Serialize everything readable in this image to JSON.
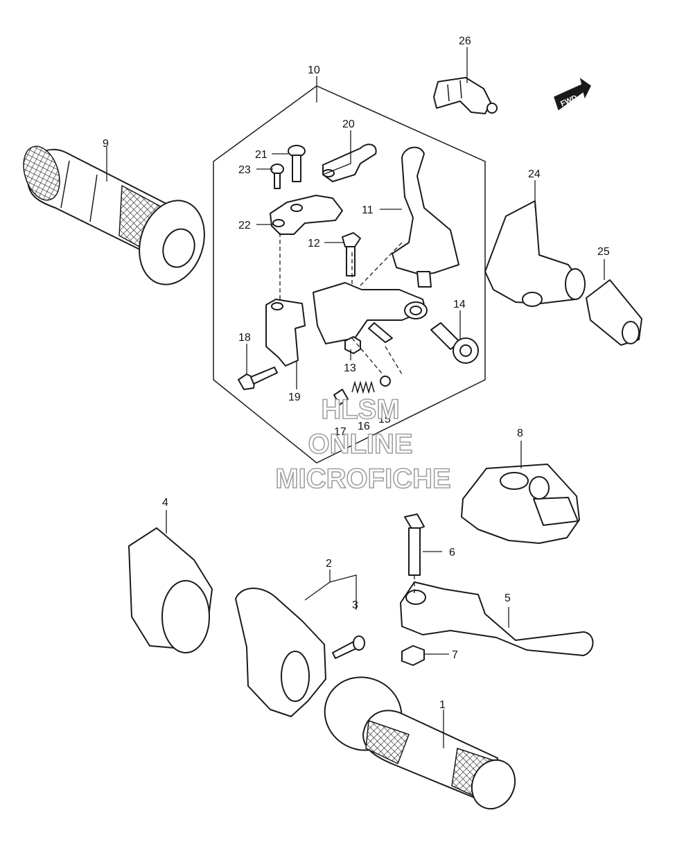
{
  "diagram": {
    "direction_badge": "FWD",
    "watermark": [
      "HLSM",
      "ONLINE",
      "MICROFICHE"
    ],
    "callouts": [
      "1",
      "2",
      "3",
      "4",
      "5",
      "6",
      "7",
      "8",
      "9",
      "10",
      "11",
      "12",
      "13",
      "14",
      "15",
      "16",
      "17",
      "18",
      "19",
      "20",
      "21",
      "22",
      "23",
      "24",
      "25",
      "26"
    ]
  },
  "icons": {
    "fwd_arrow": "direction-arrow-icon"
  }
}
